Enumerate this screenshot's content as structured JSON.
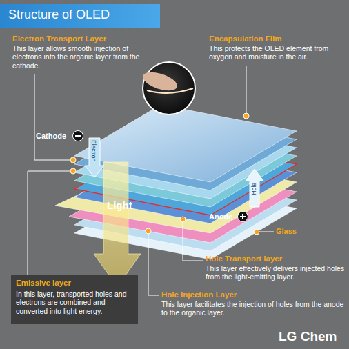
{
  "diagram": {
    "title": "Structure of OLED",
    "nodes": [
      {
        "text": [
          "Emissive layer",
          "In this layer, transported holes and electrons are combined and converted into light energy."
        ]
      }
    ],
    "labels": [
      "Electron Transport Layer",
      "This layer allows smooth injection of electrons into the organic layer from the cathode.",
      "Encapsulation Film",
      "This protects the OLED element from oxygen and moisture in the air.",
      "Cathode",
      "Electron",
      "Light",
      "Hole",
      "Anode",
      "Glass",
      "Hole Transport layer",
      "This layer effectively delivers injected holes from the light-emitting layer.",
      "Hole Injection Layer",
      "This layer facilitates the injection of holes from the anode to the organic layer.",
      "LG Chem"
    ]
  }
}
